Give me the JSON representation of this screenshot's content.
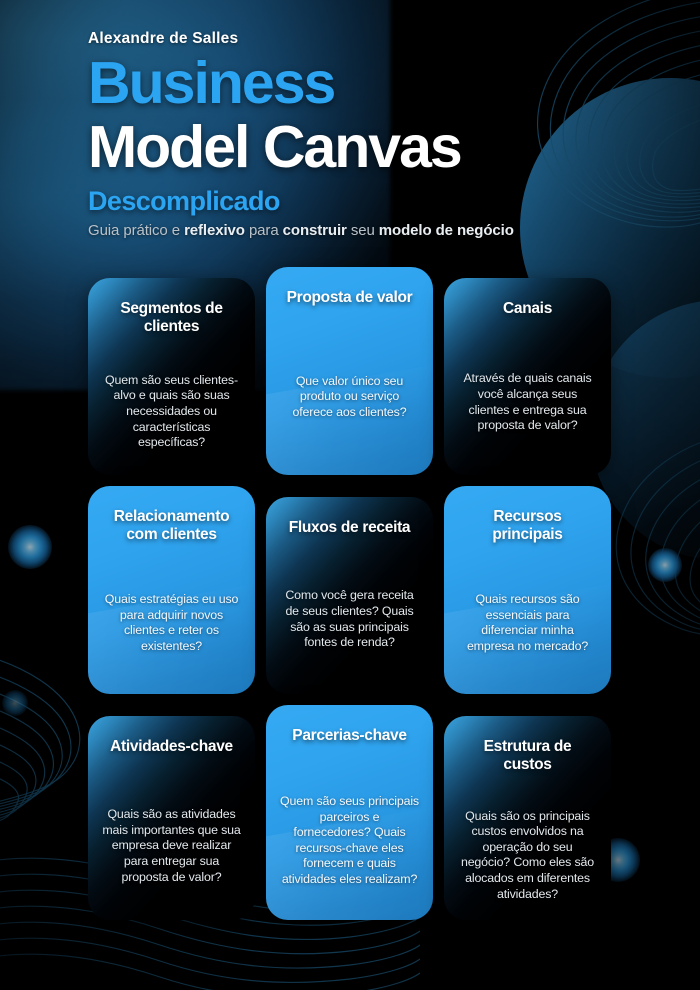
{
  "header": {
    "author": "Alexandre de Salles",
    "title_line1": "Business",
    "title_line2": "Model Canvas",
    "title_line3": "Descomplicado",
    "tagline_parts": [
      {
        "text": "Guia prático e ",
        "bold": false
      },
      {
        "text": "reflexivo",
        "bold": true
      },
      {
        "text": " para ",
        "bold": false
      },
      {
        "text": "construir",
        "bold": true
      },
      {
        "text": " seu ",
        "bold": false
      },
      {
        "text": "modelo de negócio",
        "bold": true
      }
    ],
    "tagline_plain": "Guia prático e reflexivo para construir seu modelo de negócio"
  },
  "colors": {
    "accent_blue": "#2BA4F2",
    "card_blue": "#2FA3EE",
    "card_blue_dark": "#1E79BC",
    "background": "#000000",
    "contour_line": "#1d5f86",
    "body_text": "#E2E8EC",
    "tagline_text": "#B9C2C9"
  },
  "cards": [
    {
      "id": "segmentos-de-clientes",
      "title": "Segmentos de clientes",
      "body": "Quem são seus clientes-alvo e quais são suas necessidades ou características específicas?",
      "style": "dark",
      "row": 1
    },
    {
      "id": "proposta-de-valor",
      "title": "Proposta de valor",
      "body": "Que valor único seu produto ou serviço oferece aos clientes?",
      "style": "blue",
      "row": 1
    },
    {
      "id": "canais",
      "title": "Canais",
      "body": "Através de quais canais você alcança seus clientes e entrega sua proposta de valor?",
      "style": "dark",
      "row": 1
    },
    {
      "id": "relacionamento-com-clientes",
      "title": "Relacionamento com clientes",
      "body": "Quais estratégias eu uso para adquirir novos clientes e reter os existentes?",
      "style": "blue",
      "row": 2
    },
    {
      "id": "fluxos-de-receita",
      "title": "Fluxos de receita",
      "body": "Como você gera receita de seus clientes? Quais são as suas principais fontes de renda?",
      "style": "dark",
      "row": 2
    },
    {
      "id": "recursos-principais",
      "title": "Recursos principais",
      "body": "Quais recursos são essenciais para diferenciar minha empresa no mercado?",
      "style": "blue",
      "row": 2
    },
    {
      "id": "atividades-chave",
      "title": "Atividades-chave",
      "body": "Quais são as atividades mais importantes que sua empresa deve realizar para entregar sua proposta de valor?",
      "style": "dark",
      "row": 3
    },
    {
      "id": "parcerias-chave",
      "title": "Parcerias-chave",
      "body": "Quem são seus principais parceiros e fornecedores? Quais recursos-chave eles fornecem e quais atividades eles realizam?",
      "style": "blue",
      "row": 3
    },
    {
      "id": "estrutura-de-custos",
      "title": "Estrutura de custos",
      "body": "Quais são os principais custos envolvidos na operação do seu negócio? Como eles são alocados em diferentes atividades?",
      "style": "dark",
      "row": 3
    }
  ]
}
